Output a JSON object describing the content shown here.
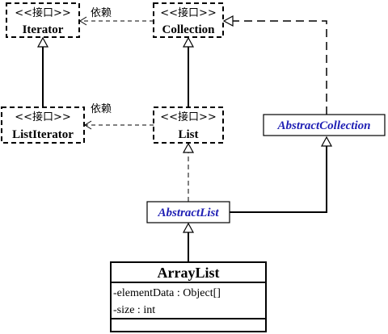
{
  "stereotype": "<<接口>>",
  "dependency_label": "依赖",
  "interfaces": {
    "iterator": {
      "name": "Iterator"
    },
    "collection": {
      "name": "Collection"
    },
    "list_iterator": {
      "name": "ListIterator"
    },
    "list": {
      "name": "List"
    }
  },
  "abstract_classes": {
    "abstract_collection": {
      "name": "AbstractCollection"
    },
    "abstract_list": {
      "name": "AbstractList"
    }
  },
  "classes": {
    "array_list": {
      "name": "ArrayList",
      "attributes": [
        "-elementData : Object[]",
        "-size : int"
      ]
    }
  },
  "colors": {
    "abstract_text": "#1f1fb4",
    "line": "#000000"
  }
}
